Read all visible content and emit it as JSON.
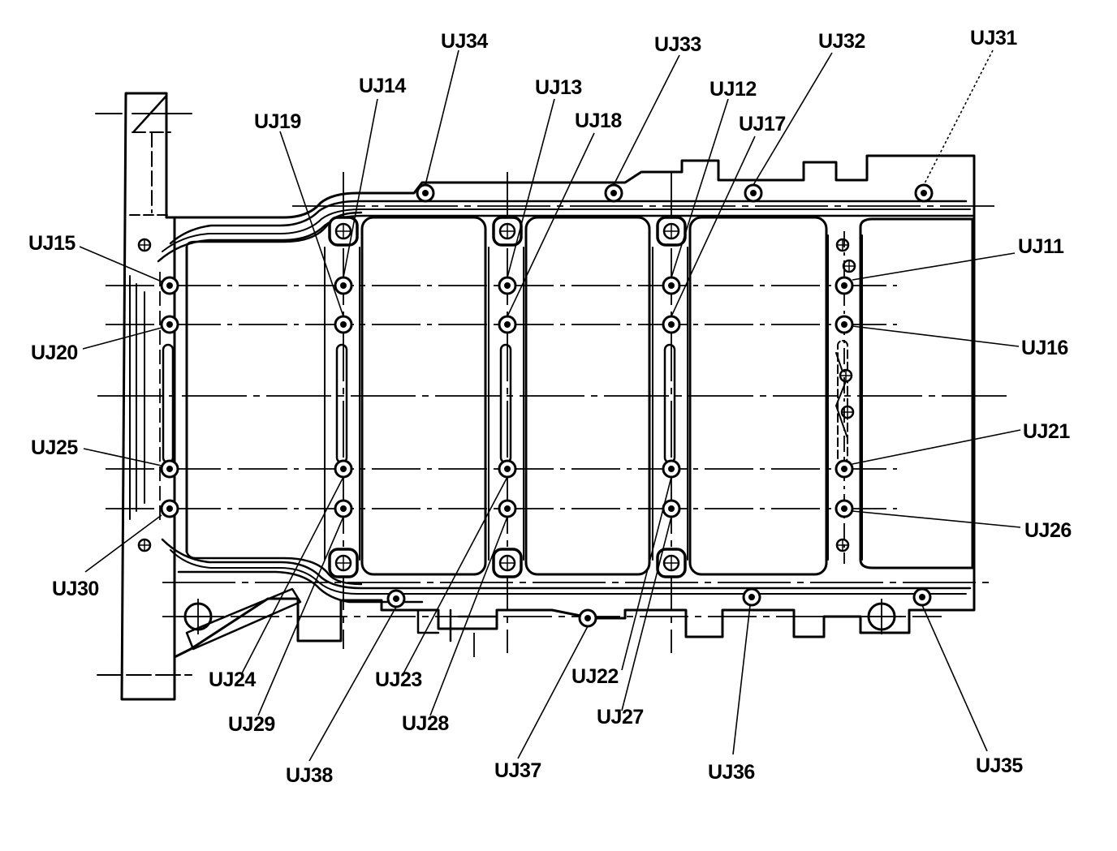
{
  "colors": {
    "ink": "#000000",
    "paper": "#ffffff"
  },
  "labels": {
    "uj11": "UJ11",
    "uj12": "UJ12",
    "uj13": "UJ13",
    "uj14": "UJ14",
    "uj15": "UJ15",
    "uj16": "UJ16",
    "uj17": "UJ17",
    "uj18": "UJ18",
    "uj19": "UJ19",
    "uj20": "UJ20",
    "uj21": "UJ21",
    "uj22": "UJ22",
    "uj23": "UJ23",
    "uj24": "UJ24",
    "uj25": "UJ25",
    "uj26": "UJ26",
    "uj27": "UJ27",
    "uj28": "UJ28",
    "uj29": "UJ29",
    "uj30": "UJ30",
    "uj31": "UJ31",
    "uj32": "UJ32",
    "uj33": "UJ33",
    "uj34": "UJ34",
    "uj35": "UJ35",
    "uj36": "UJ36",
    "uj37": "UJ37",
    "uj38": "UJ38"
  }
}
